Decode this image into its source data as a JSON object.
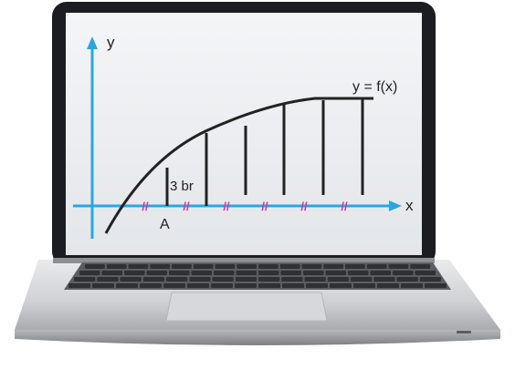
{
  "diagram": {
    "axis_y_label": "y",
    "axis_x_label": "x",
    "curve_label": "y = f(x)",
    "segment_label": "3 br",
    "point_label": "A",
    "tick_mark_glyph": "//",
    "colors": {
      "axis": "#2aa7e0",
      "tick_marks": "#e0309a",
      "curve": "#222222",
      "screen": "#eef0f3",
      "bezel": "#1c1d21"
    }
  }
}
